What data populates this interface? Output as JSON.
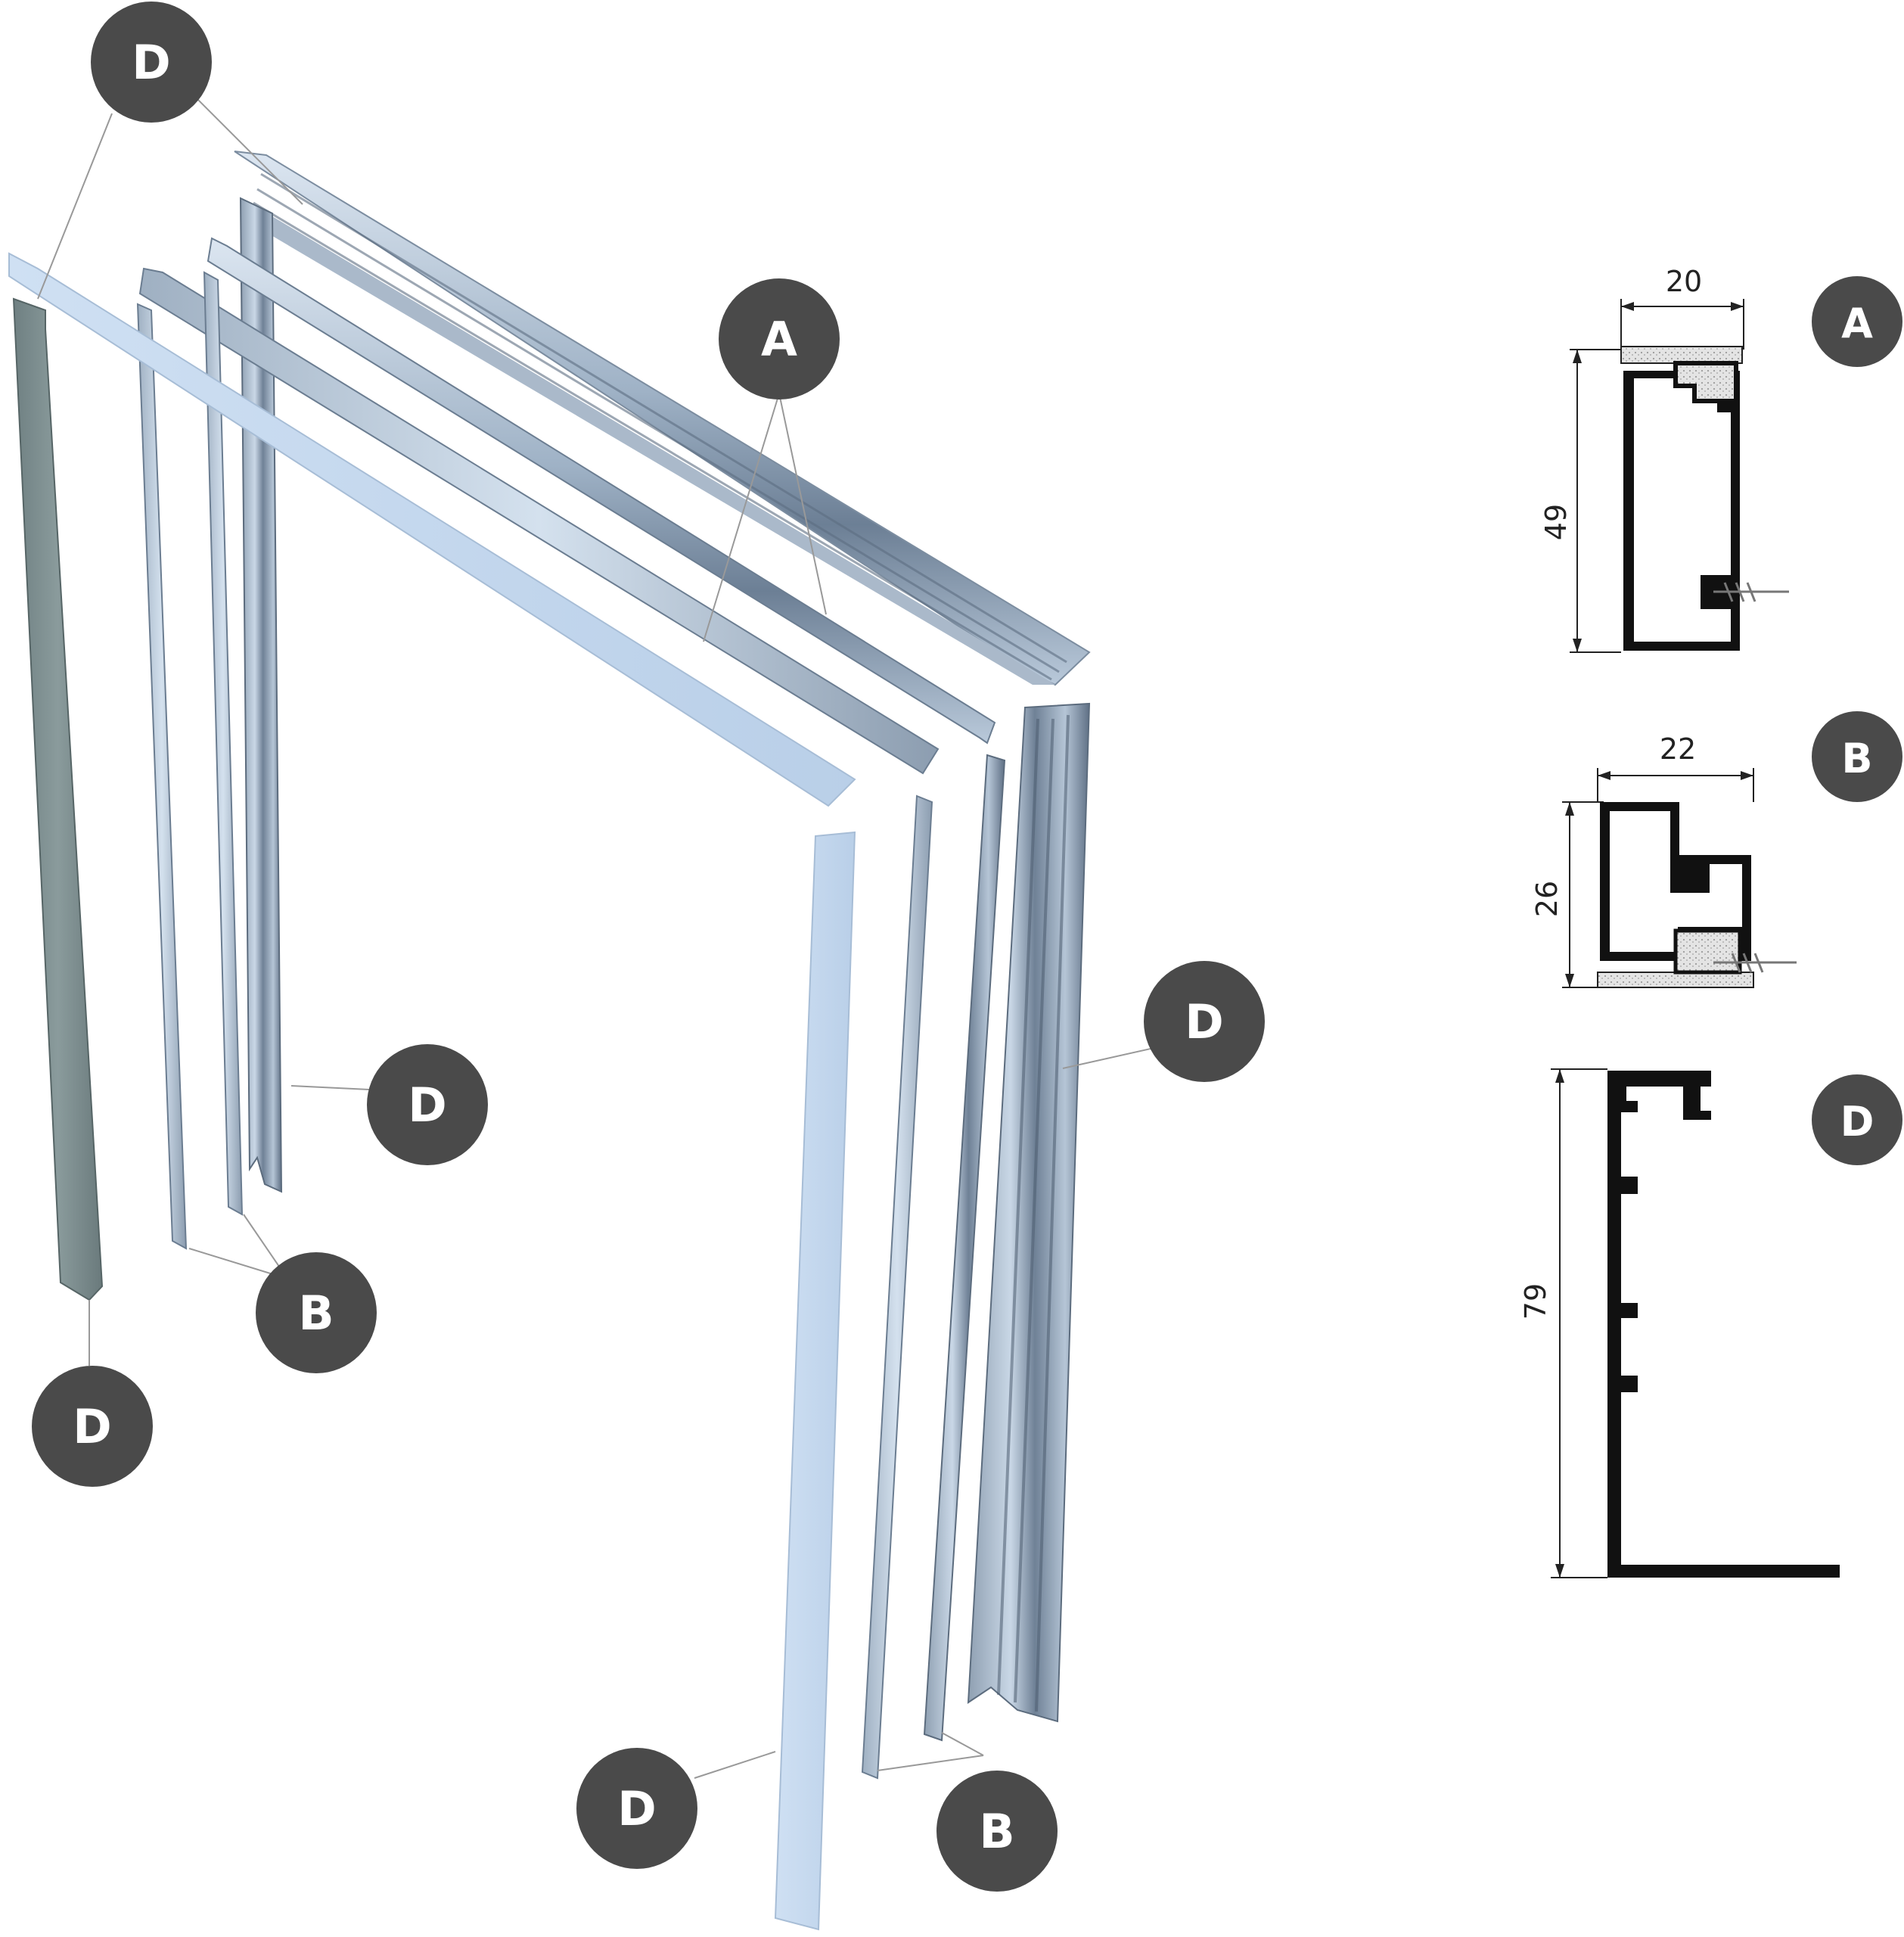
{
  "diagram": {
    "callouts": [
      {
        "id": "d1",
        "label": "D"
      },
      {
        "id": "a1",
        "label": "A"
      },
      {
        "id": "d2",
        "label": "D"
      },
      {
        "id": "d3",
        "label": "D"
      },
      {
        "id": "b1",
        "label": "B"
      },
      {
        "id": "d4",
        "label": "D"
      },
      {
        "id": "d5",
        "label": "D"
      },
      {
        "id": "b2",
        "label": "B"
      }
    ],
    "profiles": [
      {
        "id": "A",
        "label": "A",
        "width": "20",
        "height": "49"
      },
      {
        "id": "B",
        "label": "B",
        "width": "22",
        "height": "26"
      },
      {
        "id": "D",
        "label": "D",
        "height": "79"
      }
    ]
  }
}
